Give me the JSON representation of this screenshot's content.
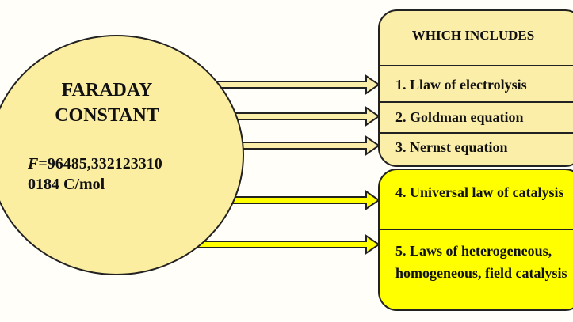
{
  "center": {
    "title_line1": "FARADAY",
    "title_line2": "CONSTANT",
    "formula_symbol": "F",
    "formula_line1": "=96485,332123310",
    "formula_line2": "0184 C/mol"
  },
  "includes_box": {
    "header": "WHICH INCLUDES",
    "items": [
      "1. Llaw of electrolysis",
      "2. Goldman equation",
      "3. Nernst equation"
    ]
  },
  "catalysis_box": {
    "items": [
      "4. Universal law of catalysis",
      "5. Laws of heterogeneous, homogeneous, field catalysis"
    ]
  },
  "colors": {
    "light_yellow": "#fbeea8",
    "bright_yellow": "#ffff00",
    "outline": "#222222"
  }
}
